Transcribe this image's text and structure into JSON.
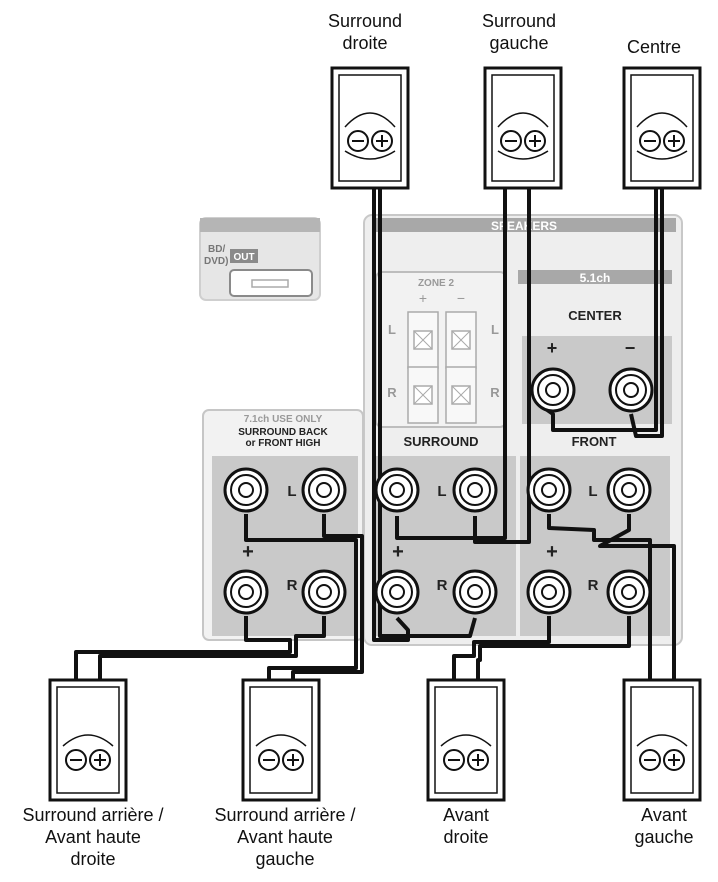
{
  "speakers": {
    "surround_right": {
      "line1": "Surround",
      "line2": "droite"
    },
    "surround_left": {
      "line1": "Surround",
      "line2": "gauche"
    },
    "center": {
      "line1": "Centre"
    },
    "back_right": {
      "line1": "Surround arrière /",
      "line2": "Avant haute",
      "line3": "droite"
    },
    "back_left": {
      "line1": "Surround arrière /",
      "line2": "Avant haute",
      "line3": "gauche"
    },
    "front_right": {
      "line1": "Avant",
      "line2": "droite"
    },
    "front_left": {
      "line1": "Avant",
      "line2": "gauche"
    }
  },
  "panel": {
    "speakers_header": "SPEAKERS",
    "zone2": "ZONE 2",
    "ch51": "5.1ch",
    "center_label": "CENTER",
    "surround_label": "SURROUND",
    "front_label": "FRONT",
    "use_only": "7.1ch USE ONLY",
    "back_line1": "SURROUND BACK",
    "back_line2": "or FRONT HIGH",
    "hdmi_partial1": "BD/",
    "hdmi_partial2": "DVD)",
    "hdmi_out": "OUT",
    "L": "L",
    "R": "R",
    "plus": "+",
    "minus": "−"
  },
  "colors": {
    "panel_gray": "#b9b9b9",
    "cell_gray": "#c9c9c9",
    "dark": "#111111",
    "label_bg": "#a8a8a8"
  }
}
